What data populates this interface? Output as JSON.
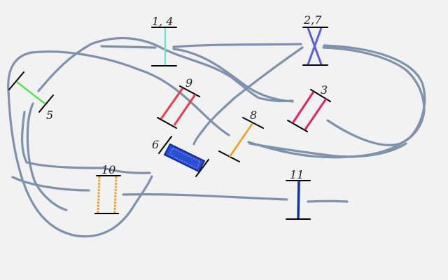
{
  "labels": {
    "l14": "1, 4",
    "l27": "2,7",
    "l3": "3",
    "l5": "5",
    "l6": "6",
    "l8": "8",
    "l9": "9",
    "l10": "10",
    "l11": "11"
  },
  "colors": {
    "background": "#f2f2f2",
    "curve": "#7f92ad",
    "bar_1_4": "#5ee6d6",
    "bar_2_7": "#5560e0",
    "bar_3": "#e0246a",
    "bar_5": "#3ce83c",
    "bar_6": "#1a3fc4",
    "bar_8": "#f0a020",
    "bar_9": "#e83c50",
    "bar_10": "#f0a030",
    "bar_11": "#1437a8"
  }
}
